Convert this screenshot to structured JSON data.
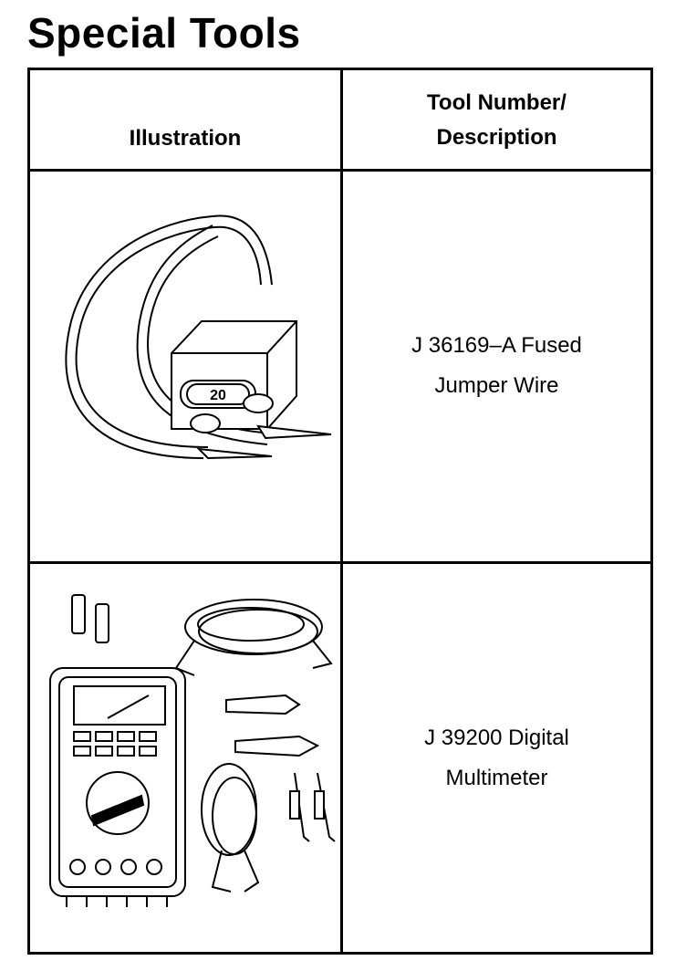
{
  "page": {
    "title": "Special Tools"
  },
  "table": {
    "headers": {
      "illustration": "Illustration",
      "tool_number_line1": "Tool Number/",
      "tool_number_line2": "Description"
    },
    "rows": [
      {
        "desc_line1": "J 36169–A Fused",
        "desc_line2": "Jumper Wire",
        "fuse_label": "20"
      },
      {
        "desc_line1": "J 39200 Digital",
        "desc_line2": "Multimeter"
      }
    ]
  }
}
